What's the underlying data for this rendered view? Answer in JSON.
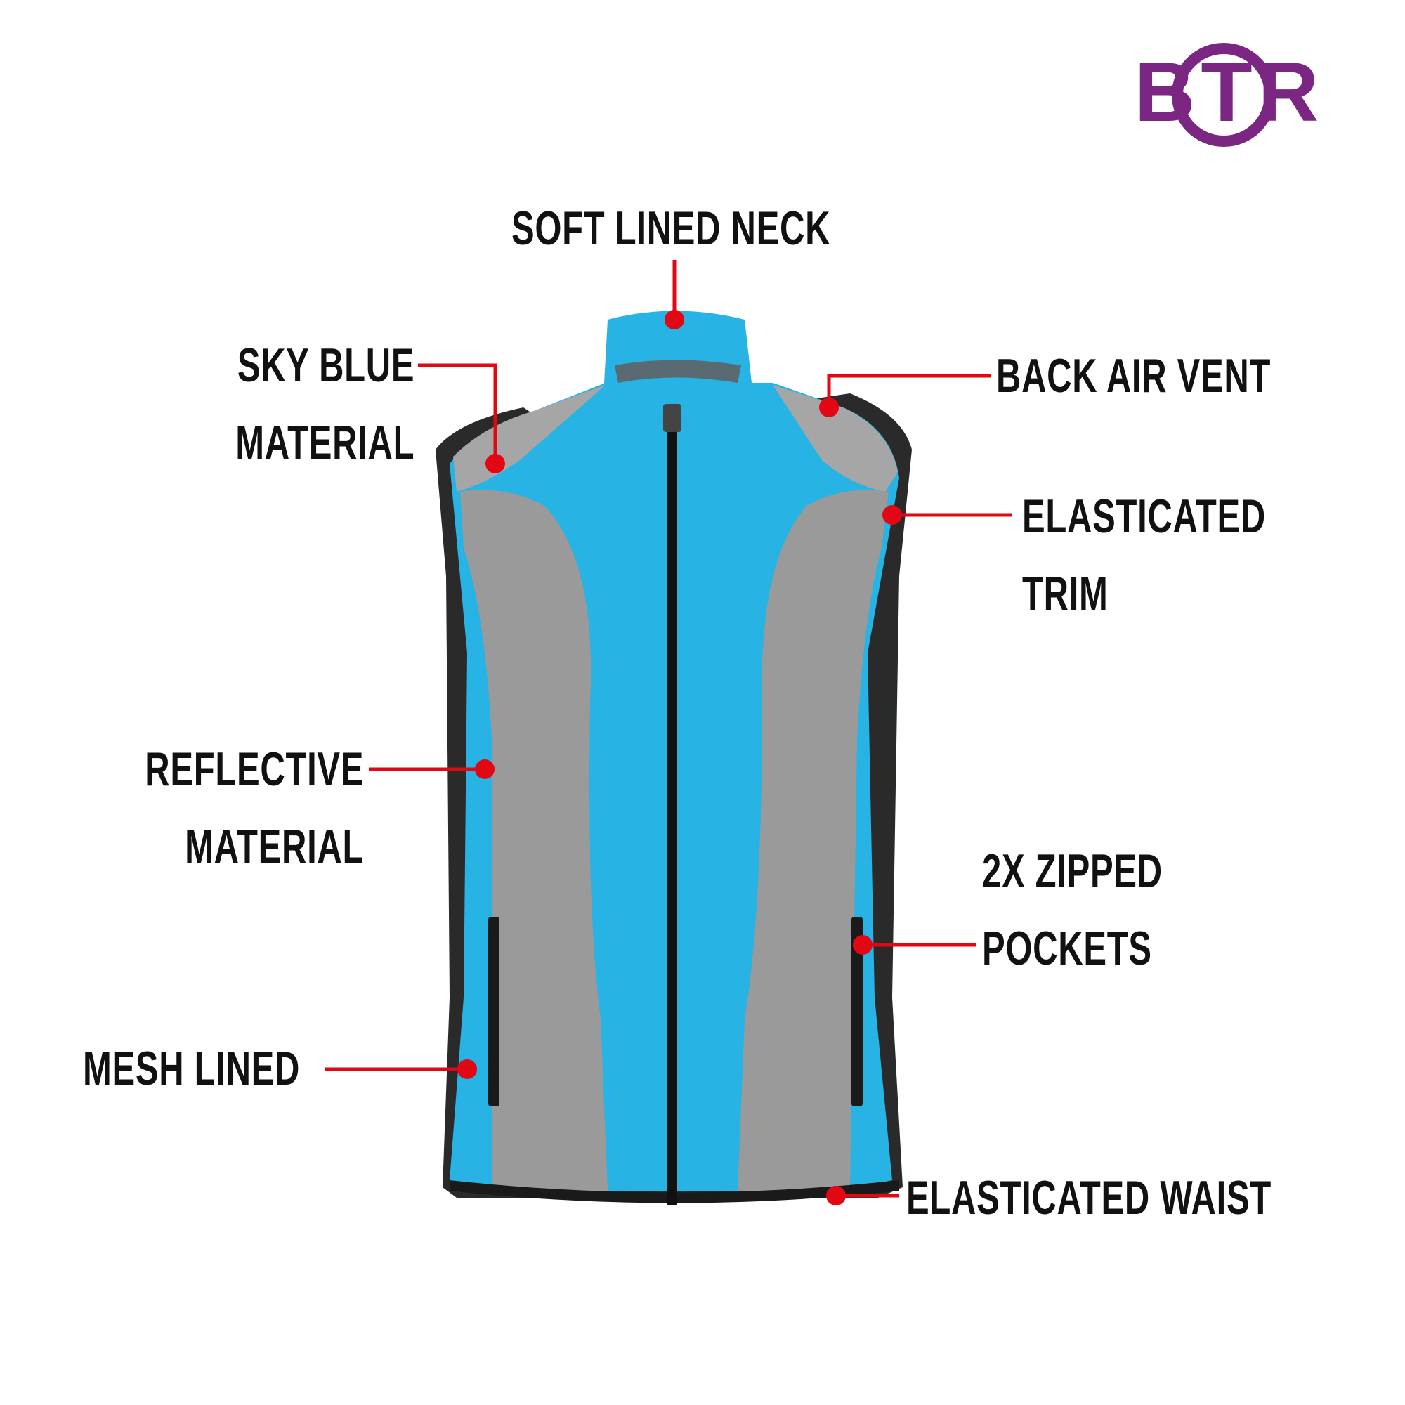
{
  "brand": {
    "logo_text": "BTR",
    "color": "#7b2683"
  },
  "colors": {
    "vest_blue": "#27b3e4",
    "reflective_grey": "#9a9a9a",
    "callout_red": "#e30613",
    "trim_black": "#1a1a1a"
  },
  "callouts": {
    "neck": "SOFT LINED NECK",
    "sky_blue": {
      "line1": "SKY BLUE",
      "line2": "MATERIAL"
    },
    "back_vent": "BACK AIR VENT",
    "trim": {
      "line1": "ELASTICATED",
      "line2": "TRIM"
    },
    "reflective": {
      "line1": "REFLECTIVE",
      "line2": "MATERIAL"
    },
    "pockets": {
      "line1": "2X ZIPPED",
      "line2": "POCKETS"
    },
    "mesh": "MESH LINED",
    "waist": "ELASTICATED WAIST"
  }
}
